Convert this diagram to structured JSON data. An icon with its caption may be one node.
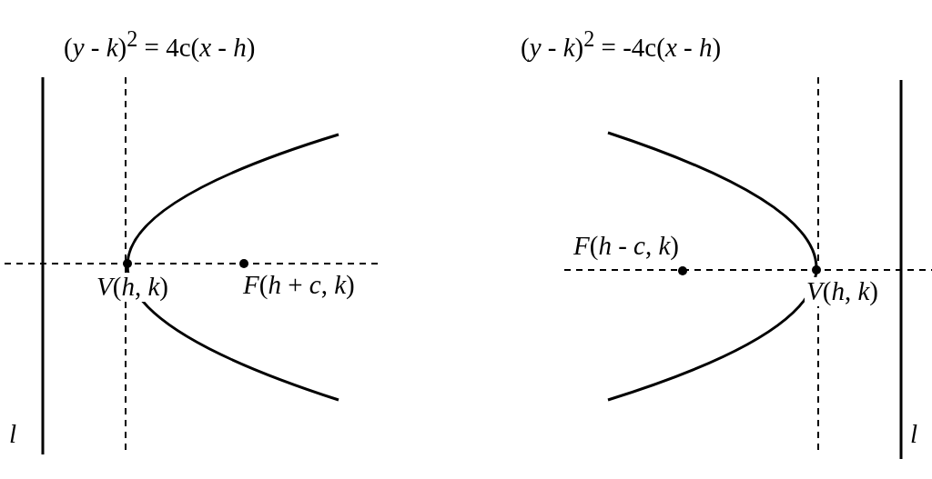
{
  "diagram": {
    "labels": [
      "(*y* - *k*)$^{2}$ = 4c(*x* - *h*)",
      "(*y* - *k*)$^{2}$ = -4c(*x* - *h*)",
      "*F*(*h* - *c*, *k*)",
      "*V*(*h*, *k*)",
      "*F*(*h* + *c*, *k*)",
      "*V*(*h*, *k*)",
      "*l*",
      "*l*"
    ]
  }
}
